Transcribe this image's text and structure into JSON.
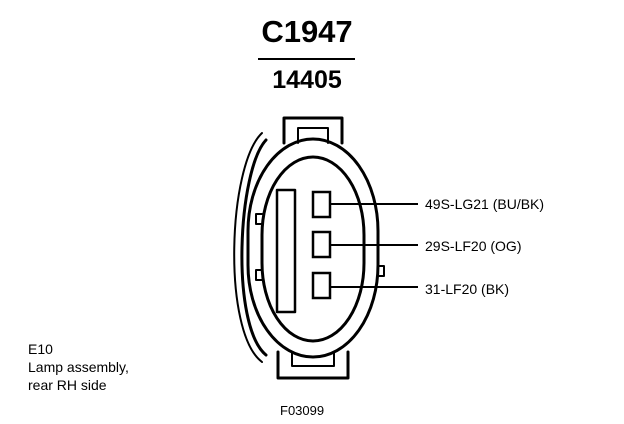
{
  "connector": {
    "id": "C1947",
    "part_number": "14405"
  },
  "pins": [
    {
      "label": "49S-LG21 (BU/BK)"
    },
    {
      "label": "29S-LF20 (OG)"
    },
    {
      "label": "31-LF20 (BK)"
    }
  ],
  "component": {
    "code": "E10",
    "description_line1": "Lamp assembly,",
    "description_line2": "rear RH side"
  },
  "figure": {
    "id": "F03099"
  }
}
